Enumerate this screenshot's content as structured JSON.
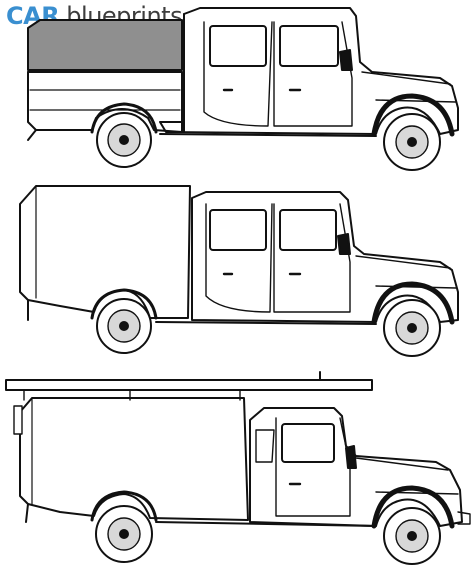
{
  "logo": {
    "brand": "CAR",
    "suffix": " blueprints"
  },
  "colors": {
    "brand_blue": "#3a8fd0",
    "logo_grey": "#3d3d3d",
    "ink": "#111111",
    "canvas_grey": "#8f8f8f",
    "tyre_fill": "#d8d8d8"
  },
  "views": [
    {
      "name": "double-cab-canvas-tilt"
    },
    {
      "name": "double-cab-box-body"
    },
    {
      "name": "single-cab-box-body-roof-rack"
    }
  ]
}
